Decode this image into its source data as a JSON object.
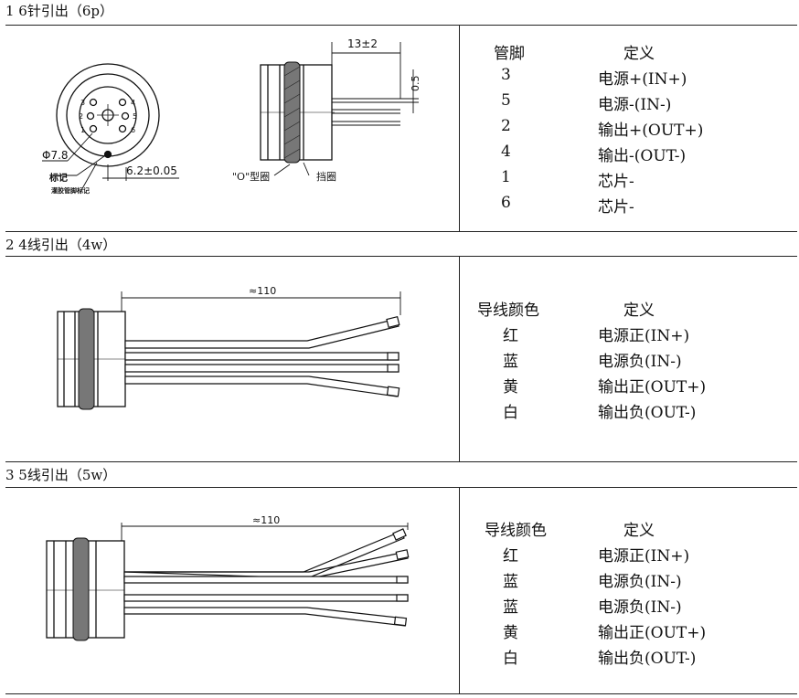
{
  "sections": [
    {
      "title": "1 6针引出（6p）",
      "table": {
        "header": [
          "管脚",
          "定义"
        ],
        "rows": [
          [
            "3",
            "电源+(IN+)"
          ],
          [
            "5",
            "电源-(IN-)"
          ],
          [
            "2",
            "输出+(OUT+)"
          ],
          [
            "4",
            "输出-(OUT-)"
          ],
          [
            "1",
            "芯片-"
          ],
          [
            "6",
            "芯片-"
          ]
        ]
      },
      "drawing": {
        "pin_labels": [
          "3",
          "4",
          "2",
          "5",
          "1",
          "6"
        ],
        "diameter": "Φ7.8",
        "offset": "6.2±0.05",
        "pin_length": "13±2",
        "pin_gap": "0.5",
        "mark_label": "标记",
        "mark_note": "灌胶管脚标记",
        "oring_label": "\"O\"型圈",
        "retainer_label": "挡圈"
      }
    },
    {
      "title": "2 4线引出（4w）",
      "table": {
        "header": [
          "导线颜色",
          "定义"
        ],
        "rows": [
          [
            "红",
            "电源正(IN+)"
          ],
          [
            "蓝",
            "电源负(IN-)"
          ],
          [
            "黄",
            "输出正(OUT+)"
          ],
          [
            "白",
            "输出负(OUT-)"
          ]
        ]
      },
      "drawing": {
        "wire_length": "≈110"
      }
    },
    {
      "title": "3 5线引出（5w）",
      "table": {
        "header": [
          "导线颜色",
          "定义"
        ],
        "rows": [
          [
            "红",
            "电源正(IN+)"
          ],
          [
            "蓝",
            "电源负(IN-)"
          ],
          [
            "蓝",
            "电源负(IN-)"
          ],
          [
            "黄",
            "输出正(OUT+)"
          ],
          [
            "白",
            "输出负(OUT-)"
          ]
        ]
      },
      "drawing": {
        "wire_length": "≈110"
      }
    }
  ]
}
